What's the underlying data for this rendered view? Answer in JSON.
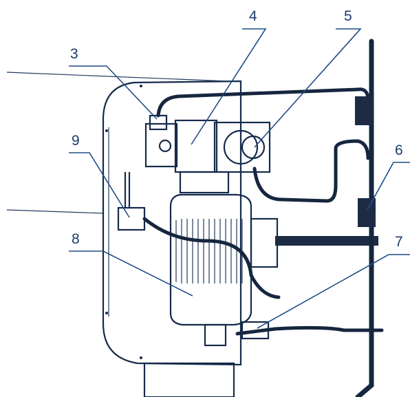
{
  "callouts": [
    {
      "id": "3",
      "text": "3"
    },
    {
      "id": "4",
      "text": "4"
    },
    {
      "id": "5",
      "text": "5"
    },
    {
      "id": "6",
      "text": "6"
    },
    {
      "id": "7",
      "text": "7"
    },
    {
      "id": "8",
      "text": "8"
    },
    {
      "id": "9",
      "text": "9"
    }
  ],
  "colors": {
    "line": "#142a4a",
    "leader": "#1f4d86",
    "label": "#1a3a6b",
    "plate": "#ffffff",
    "motor_fill": "#eef2f8"
  }
}
